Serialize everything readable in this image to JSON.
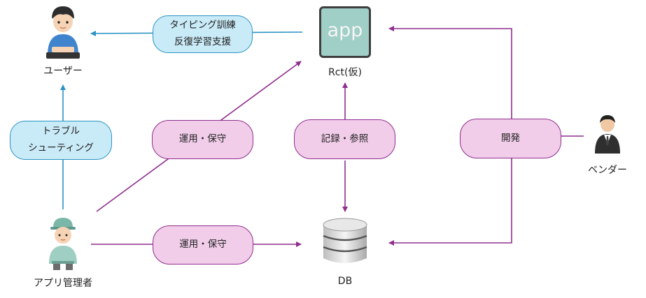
{
  "nodes": {
    "user": {
      "label": "ユーザー"
    },
    "app": {
      "icon_text": "app",
      "label": "Rct(仮)"
    },
    "admin": {
      "label": "アプリ管理者"
    },
    "db": {
      "label": "DB"
    },
    "vendor": {
      "label": "ベンダー"
    }
  },
  "edge_labels": {
    "typing": [
      "タイピング訓練",
      "反復学習支援"
    ],
    "trouble": [
      "トラブル",
      "シューティング"
    ],
    "ops_app": "運用・保守",
    "ops_db": "運用・保守",
    "record": "記録・参照",
    "develop": "開発"
  },
  "colors": {
    "blue_arrow": "#2a93c4",
    "purple_arrow": "#8f2e8d",
    "blue_pill_fill": "#c9eaf7",
    "pink_pill_fill": "#f1cdea",
    "app_icon_fill": "#9fcfc7"
  }
}
